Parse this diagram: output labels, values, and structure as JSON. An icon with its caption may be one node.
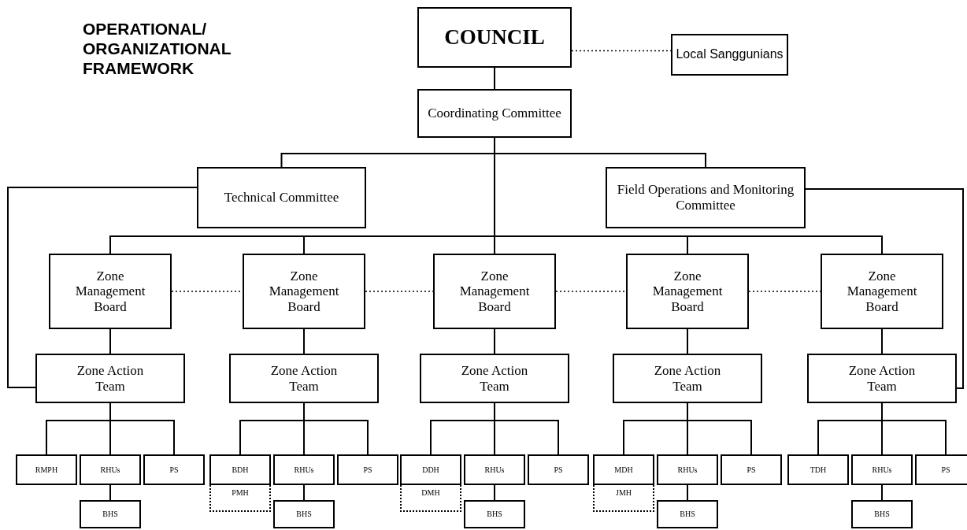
{
  "diagram": {
    "title": "OPERATIONAL/ ORGANIZATIONAL FRAMEWORK",
    "nodes": [
      {
        "text": [
          "COUNCIL"
        ]
      },
      {
        "text": [
          "Local Sanggunians"
        ]
      },
      {
        "text": [
          "Coordinating Committee"
        ]
      },
      {
        "text": [
          "Technical Committee"
        ]
      },
      {
        "text": [
          "Field Operations and Monitoring Committee"
        ]
      },
      {
        "text": [
          "Zone Management Board"
        ]
      },
      {
        "text": [
          "Zone Management Board"
        ]
      },
      {
        "text": [
          "Zone Management Board"
        ]
      },
      {
        "text": [
          "Zone Management Board"
        ]
      },
      {
        "text": [
          "Zone Management Board"
        ]
      },
      {
        "text": [
          "Zone Action Team"
        ]
      },
      {
        "text": [
          "Zone Action Team"
        ]
      },
      {
        "text": [
          "Zone Action Team"
        ]
      },
      {
        "text": [
          "Zone Action Team"
        ]
      },
      {
        "text": [
          "Zone Action Team"
        ]
      },
      {
        "text": [
          "RMPH"
        ]
      },
      {
        "text": [
          "RHUs"
        ]
      },
      {
        "text": [
          "PS"
        ]
      },
      {
        "text": [
          "BDH"
        ]
      },
      {
        "text": [
          "RHUs"
        ]
      },
      {
        "text": [
          "PS"
        ]
      },
      {
        "text": [
          "DDH"
        ]
      },
      {
        "text": [
          "RHUs"
        ]
      },
      {
        "text": [
          "PS"
        ]
      },
      {
        "text": [
          "MDH"
        ]
      },
      {
        "text": [
          "RHUs"
        ]
      },
      {
        "text": [
          "PS"
        ]
      },
      {
        "text": [
          "TDH"
        ]
      },
      {
        "text": [
          "RHUs"
        ]
      },
      {
        "text": [
          "PS"
        ]
      },
      {
        "text": [
          "BHS"
        ]
      },
      {
        "text": [
          "PMH"
        ]
      },
      {
        "text": [
          "BHS"
        ]
      },
      {
        "text": [
          "DMH"
        ]
      },
      {
        "text": [
          "BHS"
        ]
      },
      {
        "text": [
          "JMH"
        ]
      },
      {
        "text": [
          "BHS"
        ]
      },
      {
        "text": [
          "BHS"
        ]
      }
    ],
    "edges": [
      {
        "from": 0,
        "to": 1,
        "arrow": "none",
        "style": "dashed"
      },
      {
        "from": 0,
        "to": 2,
        "arrow": "none"
      },
      {
        "from": 2,
        "to": 3,
        "arrow": "none"
      },
      {
        "from": 2,
        "to": 4,
        "arrow": "none"
      },
      {
        "from": 2,
        "to": 5,
        "arrow": "none"
      },
      {
        "from": 2,
        "to": 6,
        "arrow": "none"
      },
      {
        "from": 2,
        "to": 7,
        "arrow": "none"
      },
      {
        "from": 2,
        "to": 8,
        "arrow": "none"
      },
      {
        "from": 2,
        "to": 9,
        "arrow": "none"
      },
      {
        "from": 3,
        "to": 10,
        "arrow": "none"
      },
      {
        "from": 4,
        "to": 14,
        "arrow": "none"
      },
      {
        "from": 5,
        "to": 6,
        "arrow": "none",
        "style": "dashed"
      },
      {
        "from": 6,
        "to": 7,
        "arrow": "none",
        "style": "dashed"
      },
      {
        "from": 7,
        "to": 8,
        "arrow": "none",
        "style": "dashed"
      },
      {
        "from": 8,
        "to": 9,
        "arrow": "none",
        "style": "dashed"
      },
      {
        "from": 5,
        "to": 10,
        "arrow": "none"
      },
      {
        "from": 6,
        "to": 11,
        "arrow": "none"
      },
      {
        "from": 7,
        "to": 12,
        "arrow": "none"
      },
      {
        "from": 8,
        "to": 13,
        "arrow": "none"
      },
      {
        "from": 9,
        "to": 14,
        "arrow": "none"
      },
      {
        "from": 10,
        "to": 15,
        "arrow": "none"
      },
      {
        "from": 10,
        "to": 16,
        "arrow": "none"
      },
      {
        "from": 10,
        "to": 17,
        "arrow": "none"
      },
      {
        "from": 11,
        "to": 18,
        "arrow": "none"
      },
      {
        "from": 11,
        "to": 19,
        "arrow": "none"
      },
      {
        "from": 11,
        "to": 20,
        "arrow": "none"
      },
      {
        "from": 12,
        "to": 21,
        "arrow": "none"
      },
      {
        "from": 12,
        "to": 22,
        "arrow": "none"
      },
      {
        "from": 12,
        "to": 23,
        "arrow": "none"
      },
      {
        "from": 13,
        "to": 24,
        "arrow": "none"
      },
      {
        "from": 13,
        "to": 25,
        "arrow": "none"
      },
      {
        "from": 13,
        "to": 26,
        "arrow": "none"
      },
      {
        "from": 14,
        "to": 27,
        "arrow": "none"
      },
      {
        "from": 14,
        "to": 28,
        "arrow": "none"
      },
      {
        "from": 14,
        "to": 29,
        "arrow": "none"
      },
      {
        "from": 16,
        "to": 30,
        "arrow": "none"
      },
      {
        "from": 19,
        "to": 32,
        "arrow": "none"
      },
      {
        "from": 22,
        "to": 34,
        "arrow": "none"
      },
      {
        "from": 25,
        "to": 36,
        "arrow": "none"
      },
      {
        "from": 28,
        "to": 37,
        "arrow": "none"
      }
    ]
  }
}
